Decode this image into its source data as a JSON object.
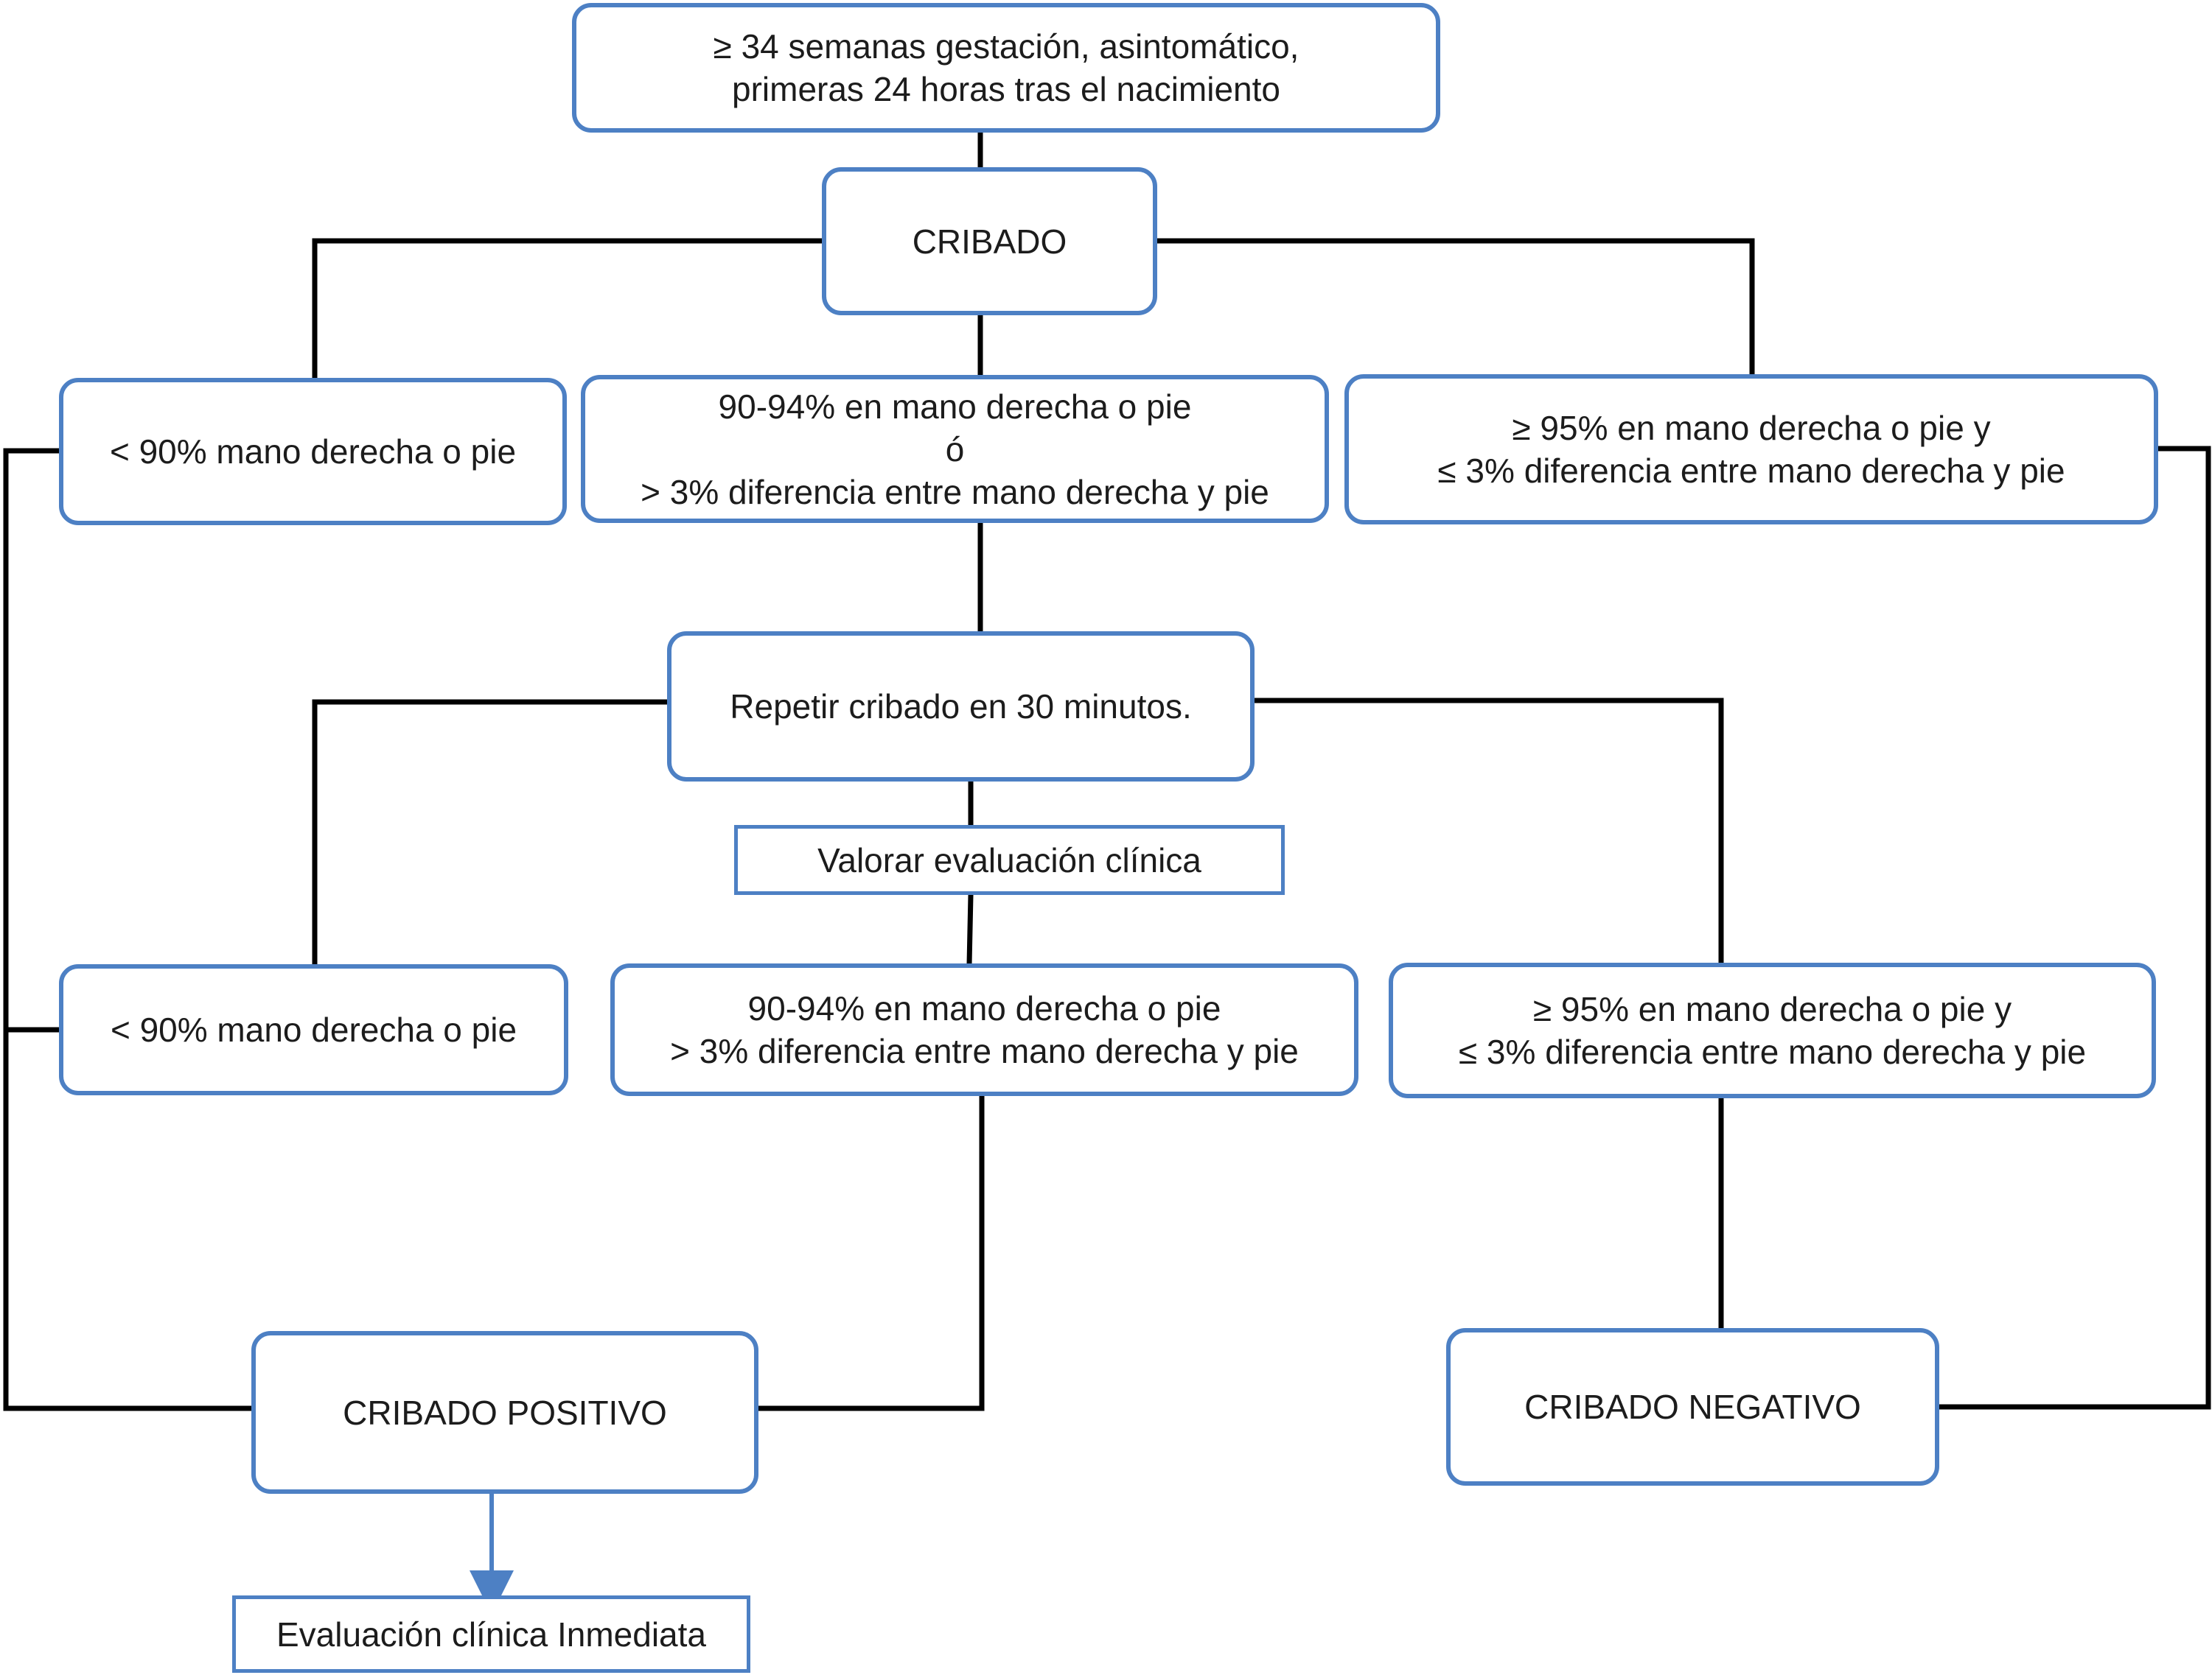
{
  "nodes": {
    "start": {
      "lines": [
        "≥ 34 semanas gestación, asintomático,",
        "primeras 24 horas tras el nacimiento"
      ]
    },
    "cribado": {
      "lines": [
        "CRIBADO"
      ]
    },
    "low_1": {
      "lines": [
        "< 90% mano derecha o pie"
      ]
    },
    "mid_1": {
      "lines": [
        "90-94% en mano derecha o pie",
        "ó",
        "> 3% diferencia entre mano derecha y pie"
      ]
    },
    "high_1": {
      "lines": [
        "≥ 95% en mano derecha o pie y",
        "≤ 3% diferencia entre mano derecha y pie"
      ]
    },
    "repeat": {
      "lines": [
        "Repetir cribado en 30 minutos."
      ]
    },
    "valorar": {
      "lines": [
        "Valorar evaluación clínica"
      ]
    },
    "low_2": {
      "lines": [
        "< 90% mano derecha o pie"
      ]
    },
    "mid_2": {
      "lines": [
        "90-94% en mano derecha o pie",
        "> 3% diferencia entre mano derecha y pie"
      ]
    },
    "high_2": {
      "lines": [
        "≥ 95% en mano derecha o pie y",
        "≤ 3% diferencia entre mano derecha y pie"
      ]
    },
    "positivo": {
      "lines": [
        "CRIBADO POSITIVO"
      ]
    },
    "negativo": {
      "lines": [
        "CRIBADO NEGATIVO"
      ]
    },
    "evaluacion": {
      "lines": [
        "Evaluación clínica Inmediata"
      ]
    }
  },
  "colors": {
    "box_border": "#4d80c4",
    "connector": "#000000",
    "arrow": "#4d80c4",
    "text": "#1c1c1c"
  }
}
